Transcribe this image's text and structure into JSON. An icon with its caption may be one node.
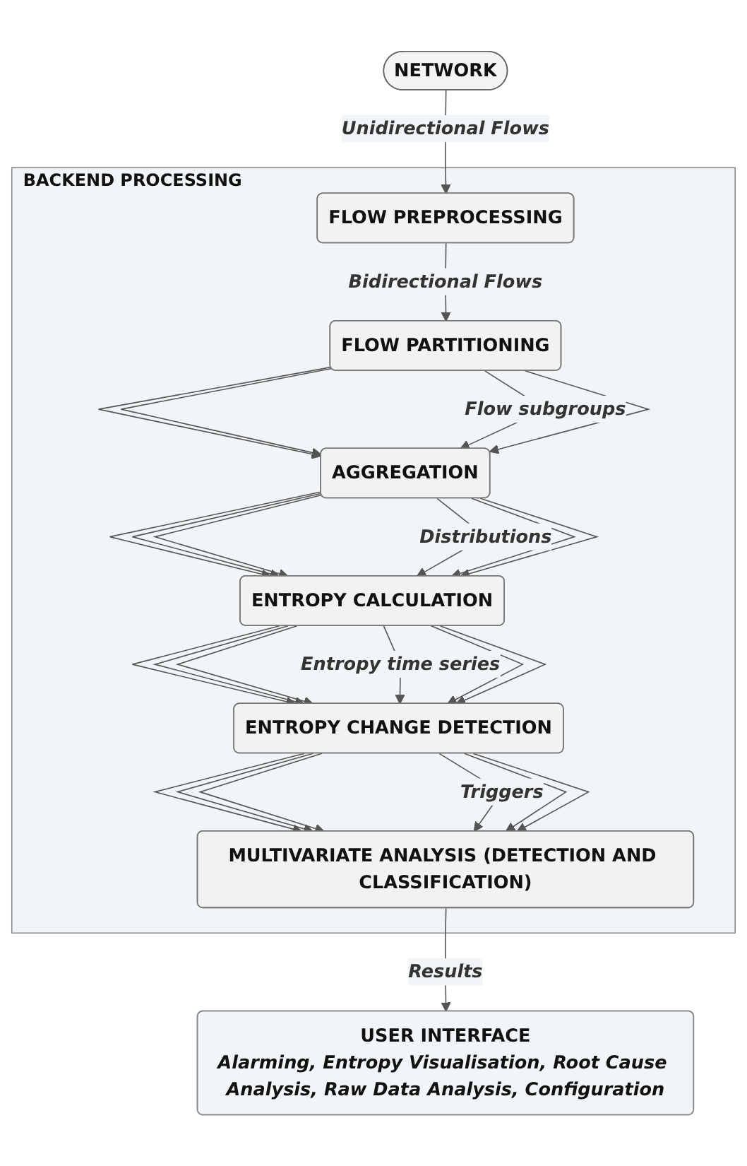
{
  "diagram": {
    "nodes": [
      {
        "text": [
          "NETWORK"
        ]
      },
      {
        "text": [
          "BACKEND PROCESSING"
        ]
      },
      {
        "text": [
          "FLOW PREPROCESSING"
        ],
        "in": 1
      },
      {
        "text": [
          "FLOW PARTITIONING"
        ],
        "in": 1
      },
      {
        "text": [
          "AGGREGATION"
        ],
        "in": 1
      },
      {
        "text": [
          "ENTROPY CALCULATION"
        ],
        "in": 1
      },
      {
        "text": [
          "ENTROPY CHANGE DETECTION"
        ],
        "in": 1
      },
      {
        "text": [
          "MULTIVARIATE ANALYSIS (DETECTION AND CLASSIFICATION)"
        ],
        "in": 1
      },
      {
        "text": [
          "USER INTERFACE",
          "Alarming, Entropy Visualisation, Root Cause Analysis, Raw Data Analysis, Configuration"
        ]
      }
    ],
    "edges": [
      {
        "from": 0,
        "to": 2,
        "arrow": "to",
        "label": "Unidirectional Flows"
      },
      {
        "from": 2,
        "to": 3,
        "arrow": "to",
        "label": "Bidirectional Flows"
      },
      {
        "from": 3,
        "to": 4,
        "arrow": "to"
      },
      {
        "from": 3,
        "to": 4,
        "arrow": "to"
      },
      {
        "from": 3,
        "to": 4,
        "arrow": "to",
        "label": "Flow subgroups"
      },
      {
        "from": 3,
        "to": 4,
        "arrow": "to"
      },
      {
        "from": 4,
        "to": 5,
        "arrow": "to"
      },
      {
        "from": 4,
        "to": 5,
        "arrow": "to"
      },
      {
        "from": 4,
        "to": 5,
        "arrow": "to"
      },
      {
        "from": 4,
        "to": 5,
        "arrow": "to",
        "label": "Distributions"
      },
      {
        "from": 4,
        "to": 5,
        "arrow": "to"
      },
      {
        "from": 4,
        "to": 5,
        "arrow": "to"
      },
      {
        "from": 5,
        "to": 6,
        "arrow": "to"
      },
      {
        "from": 5,
        "to": 6,
        "arrow": "to"
      },
      {
        "from": 5,
        "to": 6,
        "arrow": "to"
      },
      {
        "from": 5,
        "to": 6,
        "arrow": "to",
        "label": "Entropy time series"
      },
      {
        "from": 5,
        "to": 6,
        "arrow": "to"
      },
      {
        "from": 5,
        "to": 6,
        "arrow": "to"
      },
      {
        "from": 6,
        "to": 7,
        "arrow": "to"
      },
      {
        "from": 6,
        "to": 7,
        "arrow": "to"
      },
      {
        "from": 6,
        "to": 7,
        "arrow": "to"
      },
      {
        "from": 6,
        "to": 7,
        "arrow": "to",
        "label": "Triggers"
      },
      {
        "from": 6,
        "to": 7,
        "arrow": "to"
      },
      {
        "from": 6,
        "to": 7,
        "arrow": "to"
      },
      {
        "from": 7,
        "to": 8,
        "arrow": "to",
        "label": "Results"
      }
    ]
  }
}
